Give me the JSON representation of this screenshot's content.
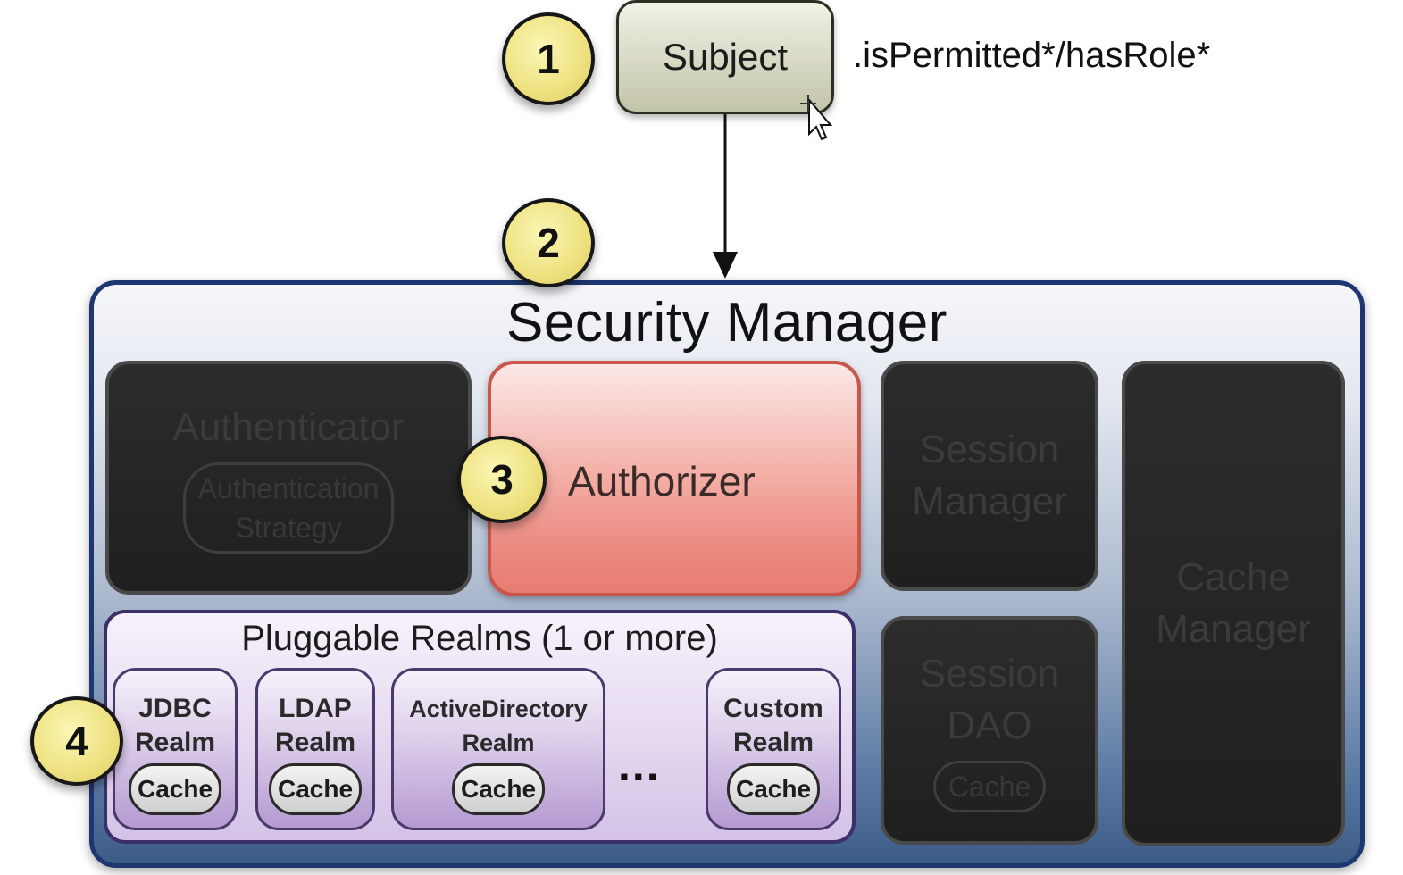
{
  "steps": {
    "one": "1",
    "two": "2",
    "three": "3",
    "four": "4"
  },
  "subject": {
    "label": "Subject",
    "call": ".isPermitted*/hasRole*"
  },
  "security_manager": {
    "title": "Security Manager",
    "authenticator": {
      "label": "Authenticator",
      "strategy": "Authentication\nStrategy"
    },
    "authorizer": {
      "label": "Authorizer"
    },
    "session_manager": {
      "label": "Session\nManager"
    },
    "cache_manager": {
      "label": "Cache\nManager"
    },
    "session_dao": {
      "label": "Session\nDAO",
      "cache": "Cache"
    },
    "realms": {
      "title": "Pluggable Realms (1 or more)",
      "ellipsis": "...",
      "items": [
        {
          "label": "JDBC\nRealm",
          "cache": "Cache"
        },
        {
          "label": "LDAP\nRealm",
          "cache": "Cache"
        },
        {
          "label": "ActiveDirectory\nRealm",
          "cache": "Cache"
        },
        {
          "label": "Custom\nRealm",
          "cache": "Cache"
        }
      ]
    }
  },
  "colors": {
    "badge": "#efe384",
    "security_manager_border": "#1f3770",
    "authorizer": "#ec8a80",
    "inactive": "#1f1f1f",
    "realm": "#b49ad1"
  }
}
